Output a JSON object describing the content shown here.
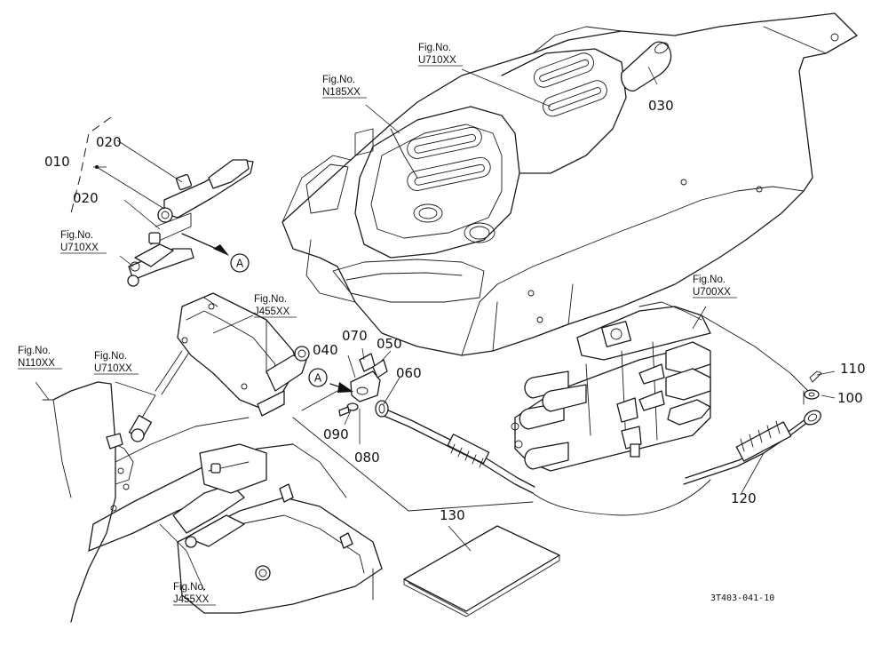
{
  "parts": {
    "p010": "010",
    "p020a": "020",
    "p020b": "020",
    "p030": "030",
    "p040": "040",
    "p050": "050",
    "p060": "060",
    "p070": "070",
    "p080": "080",
    "p090": "090",
    "p100": "100",
    "p110": "110",
    "p120": "120",
    "p130": "130"
  },
  "figrefs": {
    "u710_top": {
      "label": "Fig.No.",
      "code": "U710XX"
    },
    "n185": {
      "label": "Fig.No.",
      "code": "N185XX"
    },
    "u710_left": {
      "label": "Fig.No.",
      "code": "U710XX"
    },
    "j455_mid": {
      "label": "Fig.No.",
      "code": "J455XX"
    },
    "n110": {
      "label": "Fig.No.",
      "code": "N110XX"
    },
    "u710_low": {
      "label": "Fig.No.",
      "code": "U710XX"
    },
    "u700": {
      "label": "Fig.No.",
      "code": "U700XX"
    },
    "j455_bot": {
      "label": "Fig.No.",
      "code": "J455XX"
    }
  },
  "markers": {
    "a1": "A",
    "a2": "A"
  },
  "drawing_code": "3T403-041-10"
}
